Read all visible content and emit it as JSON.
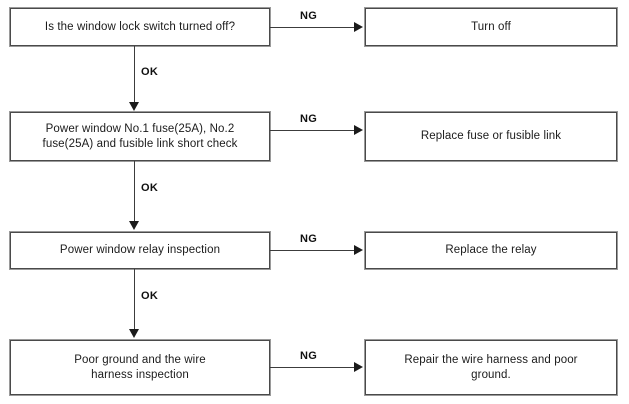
{
  "diagram": {
    "type": "troubleshooting-flowchart",
    "orientation": "top-to-bottom",
    "edge_label_ng": "NG",
    "edge_label_ok": "OK",
    "border_color": "#4a4a4a",
    "line_color": "#3c3c3c",
    "text_color": "#1b1b1b",
    "background_color": "#ffffff",
    "rows": [
      {
        "check": "Is the window lock switch turned off?",
        "action": "Turn off"
      },
      {
        "check": "Power window No.1 fuse(25A), No.2\nfuse(25A) and fusible link short check",
        "action": "Replace fuse or fusible link"
      },
      {
        "check": "Power window relay inspection",
        "action": "Replace the relay"
      },
      {
        "check": "Poor ground and the wire\nharness inspection",
        "action": "Repair the wire harness and poor\nground."
      }
    ]
  }
}
